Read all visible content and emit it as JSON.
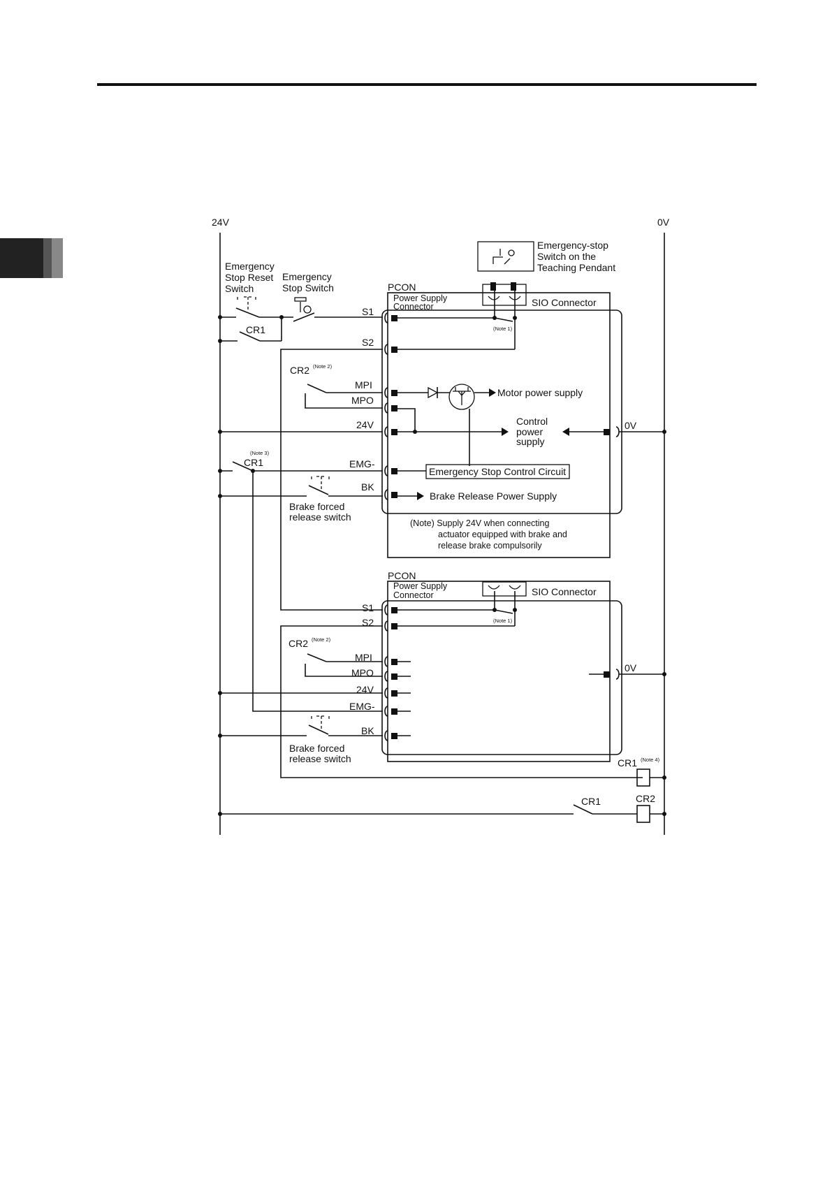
{
  "rails": {
    "left": "24V",
    "right": "0V"
  },
  "switches": {
    "reset_l1": "Emergency",
    "reset_l2": "Stop Reset",
    "reset_l3": "Switch",
    "estop_l1": "Emergency",
    "estop_l2": "Stop Switch",
    "pendant_l1": "Emergency-stop",
    "pendant_l2": "Switch on the",
    "pendant_l3": "Teaching Pendant"
  },
  "pcon1": {
    "title": "PCON",
    "psc_l1": "Power Supply",
    "psc_l2": "Connector",
    "sio": "SIO Connector",
    "note1": "(Note 1)",
    "pins": {
      "s1": "S1",
      "s2": "S2",
      "mpi": "MPI",
      "mpo": "MPO",
      "v24": "24V",
      "emg": "EMG-",
      "bk": "BK"
    },
    "motor": "Motor power supply",
    "ctrl_l1": "Control",
    "ctrl_l2": "power",
    "ctrl_l3": "supply",
    "zero": "0V",
    "estop_circuit": "Emergency Stop Control Circuit",
    "brake_supply": "Brake Release Power Supply",
    "note_l1": "(Note) Supply 24V when connecting",
    "note_l2": "actuator equipped with brake and",
    "note_l3": "release brake compulsorily"
  },
  "pcon2": {
    "title": "PCON",
    "psc_l1": "Power Supply",
    "psc_l2": "Connector",
    "sio": "SIO Connector",
    "note1": "(Note 1)",
    "pins": {
      "s1": "S1",
      "s2": "S2",
      "mpi": "MPI",
      "mpo": "MPO",
      "v24": "24V",
      "emg": "EMG-",
      "bk": "BK"
    },
    "zero": "0V"
  },
  "relays": {
    "cr1": "CR1",
    "cr2": "CR2",
    "note2": "(Note 2)",
    "note3": "(Note 3)",
    "note4": "(Note 4)"
  },
  "brake_switch": {
    "l1": "Brake forced",
    "l2": "release switch"
  }
}
